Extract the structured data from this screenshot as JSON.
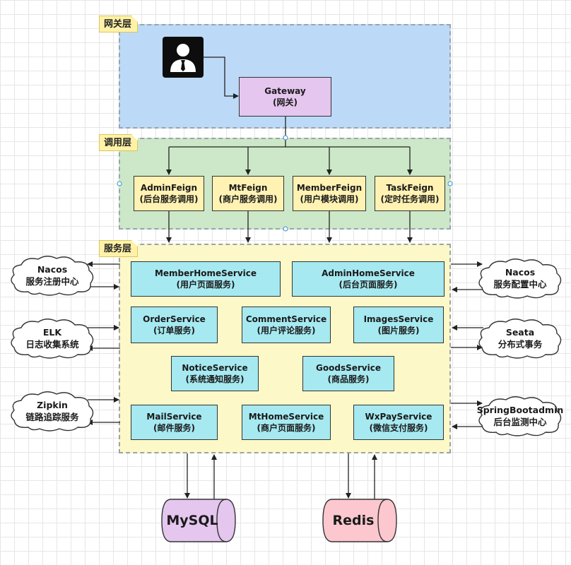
{
  "layers": {
    "gateway_label": "网关层",
    "invoke_label": "调用层",
    "service_label": "服务层"
  },
  "gateway": {
    "name": "Gateway",
    "desc": "(网关)"
  },
  "feigns": [
    {
      "name": "AdminFeign",
      "desc": "(后台服务调用)"
    },
    {
      "name": "MtFeign",
      "desc": "(商户服务调用)"
    },
    {
      "name": "MemberFeign",
      "desc": "(用户模块调用)"
    },
    {
      "name": "TaskFeign",
      "desc": "(定时任务调用)"
    }
  ],
  "services": [
    {
      "name": "MemberHomeService",
      "desc": "(用户页面服务)"
    },
    {
      "name": "AdminHomeService",
      "desc": "(后台页面服务)"
    },
    {
      "name": "OrderService",
      "desc": "(订单服务)"
    },
    {
      "name": "CommentService",
      "desc": "(用户评论服务)"
    },
    {
      "name": "ImagesService",
      "desc": "(图片服务)"
    },
    {
      "name": "NoticeService",
      "desc": "(系统通知服务)"
    },
    {
      "name": "GoodsService",
      "desc": "(商品服务)"
    },
    {
      "name": "MailService",
      "desc": "(邮件服务)"
    },
    {
      "name": "MtHomeService",
      "desc": "(商户页面服务)"
    },
    {
      "name": "WxPayService",
      "desc": "(微信支付服务)"
    }
  ],
  "clouds": [
    {
      "name": "Nacos",
      "desc": "服务注册中心"
    },
    {
      "name": "ELK",
      "desc": "日志收集系统"
    },
    {
      "name": "Zipkin",
      "desc": "链路追踪服务"
    },
    {
      "name": "Nacos",
      "desc": "服务配置中心"
    },
    {
      "name": "Seata",
      "desc": "分布式事务"
    },
    {
      "name": "SpringBootadmin",
      "desc": "后台监测中心"
    }
  ],
  "databases": [
    {
      "name": "MySQL",
      "color": "#e4c6ee"
    },
    {
      "name": "Redis",
      "color": "#fcc7cf"
    }
  ],
  "colors": {
    "gateway_layer": "#bcdaf7",
    "invoke_layer": "#cde8c8",
    "service_layer": "#fdf8c8"
  },
  "icons": {
    "user": "user-avatar-icon"
  }
}
